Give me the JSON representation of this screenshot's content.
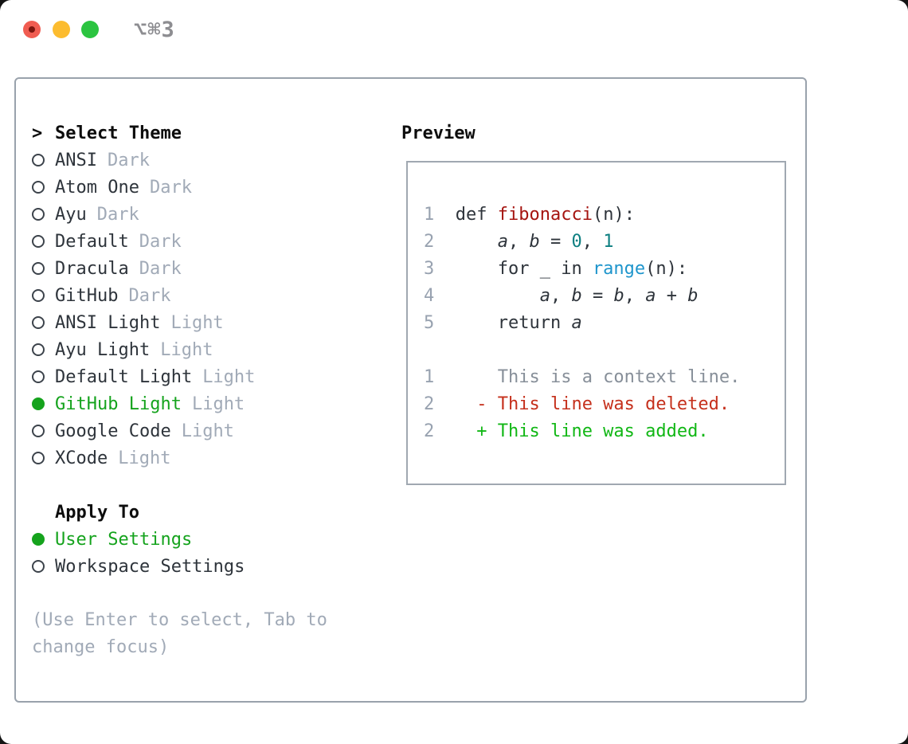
{
  "window": {
    "title": "⌥⌘3",
    "traffic_lights": [
      "close",
      "minimize",
      "zoom"
    ]
  },
  "theme_list": {
    "header": {
      "cursor": ">",
      "label": "Select Theme"
    },
    "items": [
      {
        "name": "ANSI",
        "tag": "Dark",
        "selected": false
      },
      {
        "name": "Atom One",
        "tag": "Dark",
        "selected": false
      },
      {
        "name": "Ayu",
        "tag": "Dark",
        "selected": false
      },
      {
        "name": "Default",
        "tag": "Dark",
        "selected": false
      },
      {
        "name": "Dracula",
        "tag": "Dark",
        "selected": false
      },
      {
        "name": "GitHub",
        "tag": "Dark",
        "selected": false
      },
      {
        "name": "ANSI Light",
        "tag": "Light",
        "selected": false
      },
      {
        "name": "Ayu Light",
        "tag": "Light",
        "selected": false
      },
      {
        "name": "Default Light",
        "tag": "Light",
        "selected": false
      },
      {
        "name": "GitHub Light",
        "tag": "Light",
        "selected": true
      },
      {
        "name": "Google Code",
        "tag": "Light",
        "selected": false
      },
      {
        "name": "XCode",
        "tag": "Light",
        "selected": false
      }
    ]
  },
  "apply_to": {
    "header": "Apply To",
    "options": [
      {
        "label": "User Settings",
        "selected": true
      },
      {
        "label": "Workspace Settings",
        "selected": false
      }
    ]
  },
  "help_text": "(Use Enter to select, Tab to change focus)",
  "preview": {
    "label": "Preview",
    "code_lines": [
      {
        "num": "1",
        "segments": [
          {
            "t": "def ",
            "c": "text"
          },
          {
            "t": "fibonacci",
            "c": "function"
          },
          {
            "t": "(n):",
            "c": "text"
          }
        ]
      },
      {
        "num": "2",
        "segments": [
          {
            "t": "    ",
            "c": "text"
          },
          {
            "t": "a",
            "c": "variable"
          },
          {
            "t": ", ",
            "c": "text"
          },
          {
            "t": "b",
            "c": "variable"
          },
          {
            "t": " = ",
            "c": "text"
          },
          {
            "t": "0",
            "c": "number"
          },
          {
            "t": ", ",
            "c": "text"
          },
          {
            "t": "1",
            "c": "number"
          }
        ]
      },
      {
        "num": "3",
        "segments": [
          {
            "t": "    for _ in ",
            "c": "text"
          },
          {
            "t": "range",
            "c": "builtin"
          },
          {
            "t": "(n):",
            "c": "text"
          }
        ]
      },
      {
        "num": "4",
        "segments": [
          {
            "t": "        ",
            "c": "text"
          },
          {
            "t": "a",
            "c": "variable"
          },
          {
            "t": ", ",
            "c": "text"
          },
          {
            "t": "b",
            "c": "variable"
          },
          {
            "t": " = ",
            "c": "text"
          },
          {
            "t": "b",
            "c": "variable"
          },
          {
            "t": ", ",
            "c": "text"
          },
          {
            "t": "a",
            "c": "variable"
          },
          {
            "t": " + ",
            "c": "text"
          },
          {
            "t": "b",
            "c": "variable"
          }
        ]
      },
      {
        "num": "5",
        "segments": [
          {
            "t": "    return ",
            "c": "text"
          },
          {
            "t": "a",
            "c": "variable"
          }
        ]
      }
    ],
    "diff_lines": [
      {
        "num": "1",
        "marker": "",
        "text": "This is a context line.",
        "kind": "context"
      },
      {
        "num": "2",
        "marker": "-",
        "text": "This line was deleted.",
        "kind": "deleted"
      },
      {
        "num": "2",
        "marker": "+",
        "text": "This line was added.",
        "kind": "added"
      }
    ]
  },
  "colors": {
    "selection_green": "#15a31d",
    "added_green": "#11b715",
    "deleted_red": "#c5301c",
    "function_red": "#a51410",
    "number_teal": "#0d7f81",
    "builtin_blue": "#1e95cc",
    "text_dark": "#2e343b",
    "muted_gray": "#a1aab7",
    "panel_border": "#99a2ac",
    "traffic_red": "#f05c51",
    "traffic_yellow": "#fcbc2f",
    "traffic_green": "#2bc440"
  }
}
